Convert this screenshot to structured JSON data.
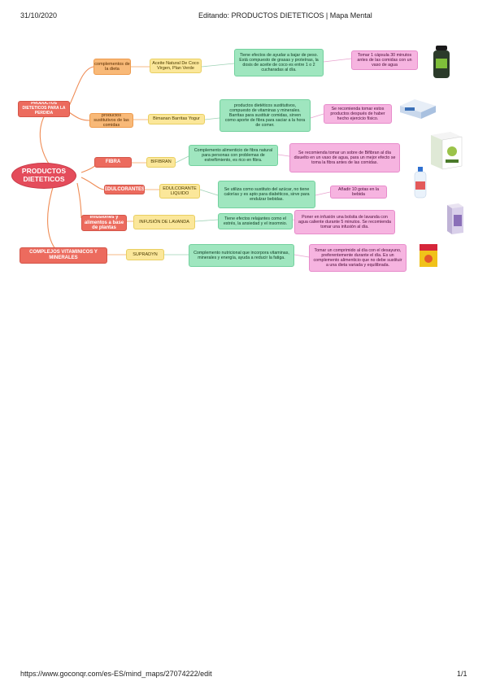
{
  "header": {
    "date": "31/10/2020",
    "title": "Editando: PRODUCTOS DIETETICOS | Mapa Mental"
  },
  "footer": {
    "url": "https://www.goconqr.com/es-ES/mind_maps/27074222/edit",
    "page": "1/1"
  },
  "root": "PRODUCTOS DIETETICOS",
  "nodes": {
    "branch_perdida": "PRODUCTOS DIETETICOS PARA LA PERDIDA",
    "complementos": "complementos de la dieta",
    "aceite_coco": "Aceite Natural De Coco Virgen, Plan Verde",
    "aceite_coco_desc": "Tiene efectos de ayudar a bajar de peso. Está compuesto de grasas y proteínas, la dosis de aceite de coco es entre 1 o 2 cucharadas al día.",
    "aceite_coco_uso": "Tomar 1 cápsula 30 minutos antes de las comidas con un vaso de agua",
    "sustitutos": "productos sustitutivos de las comidas",
    "biomanan": "Bimanan Barritas Yogur",
    "biomanan_desc": "productos dietéticos sustitutivos, compuesto de vitaminas y minerales. Barritas para sustituir comidas, sirven como aporte de fibra para saciar a la hora de comer.",
    "biomanan_uso": "Se recomienda tomar estos productos después de haber hecho ejercicio físico.",
    "fibra": "FIBRA",
    "bifibran": "BIFIBRAN",
    "bifibran_desc": "Complemento alimenticio de fibra natural para personas con problemas de estreñimiento, es rico en fibra.",
    "bifibran_uso": "Se recomienda tomar un sobre de Bifibran al día disuelto en un vaso de agua, para un mejor efecto se toma la fibra antes de las comidas.",
    "edulcorantes": "EDULCORANTES",
    "edulcorante": "EDULCORANTE LIQUIDO",
    "edulcorante_desc": "Se utiliza como sustituto del azúcar, no tiene calorías y es apto para diabéticos, sirve para endulzar bebidas.",
    "edulcorante_uso": "Añadir 10 gotas en la bebida",
    "infusiones": "infusiones y alimentos a base de plantas",
    "lavanda": "INFUSIÓN DE LAVANDA",
    "lavanda_desc": "Tiene efectos relajantes como el estrés, la ansiedad y el insomnio.",
    "lavanda_uso": "Poner en infusión una bolsita de lavanda con agua caliente durante 5 minutos. Se recomienda tomar una infusión al día.",
    "complejos": "COMPLEJOS VITAMINICOS Y MINERALES",
    "supradyn": "SUPRADYN",
    "supradyn_desc": "Complemento nutricional que incorpora vitaminas, minerales y energía, ayuda a reducir la fatiga.",
    "supradyn_uso": "Tomar un comprimido al día con el desayuno, preferentemente durante el día. Es un complemento alimenticio que no debe sustituir a una dieta variada y equilibrada."
  },
  "icons": [
    "coconut-oil-jar-icon",
    "snack-bar-box-icon",
    "fiber-box-icon",
    "sweetener-bottle-icon",
    "lavender-tea-box-icon",
    "supradyn-box-icon"
  ]
}
